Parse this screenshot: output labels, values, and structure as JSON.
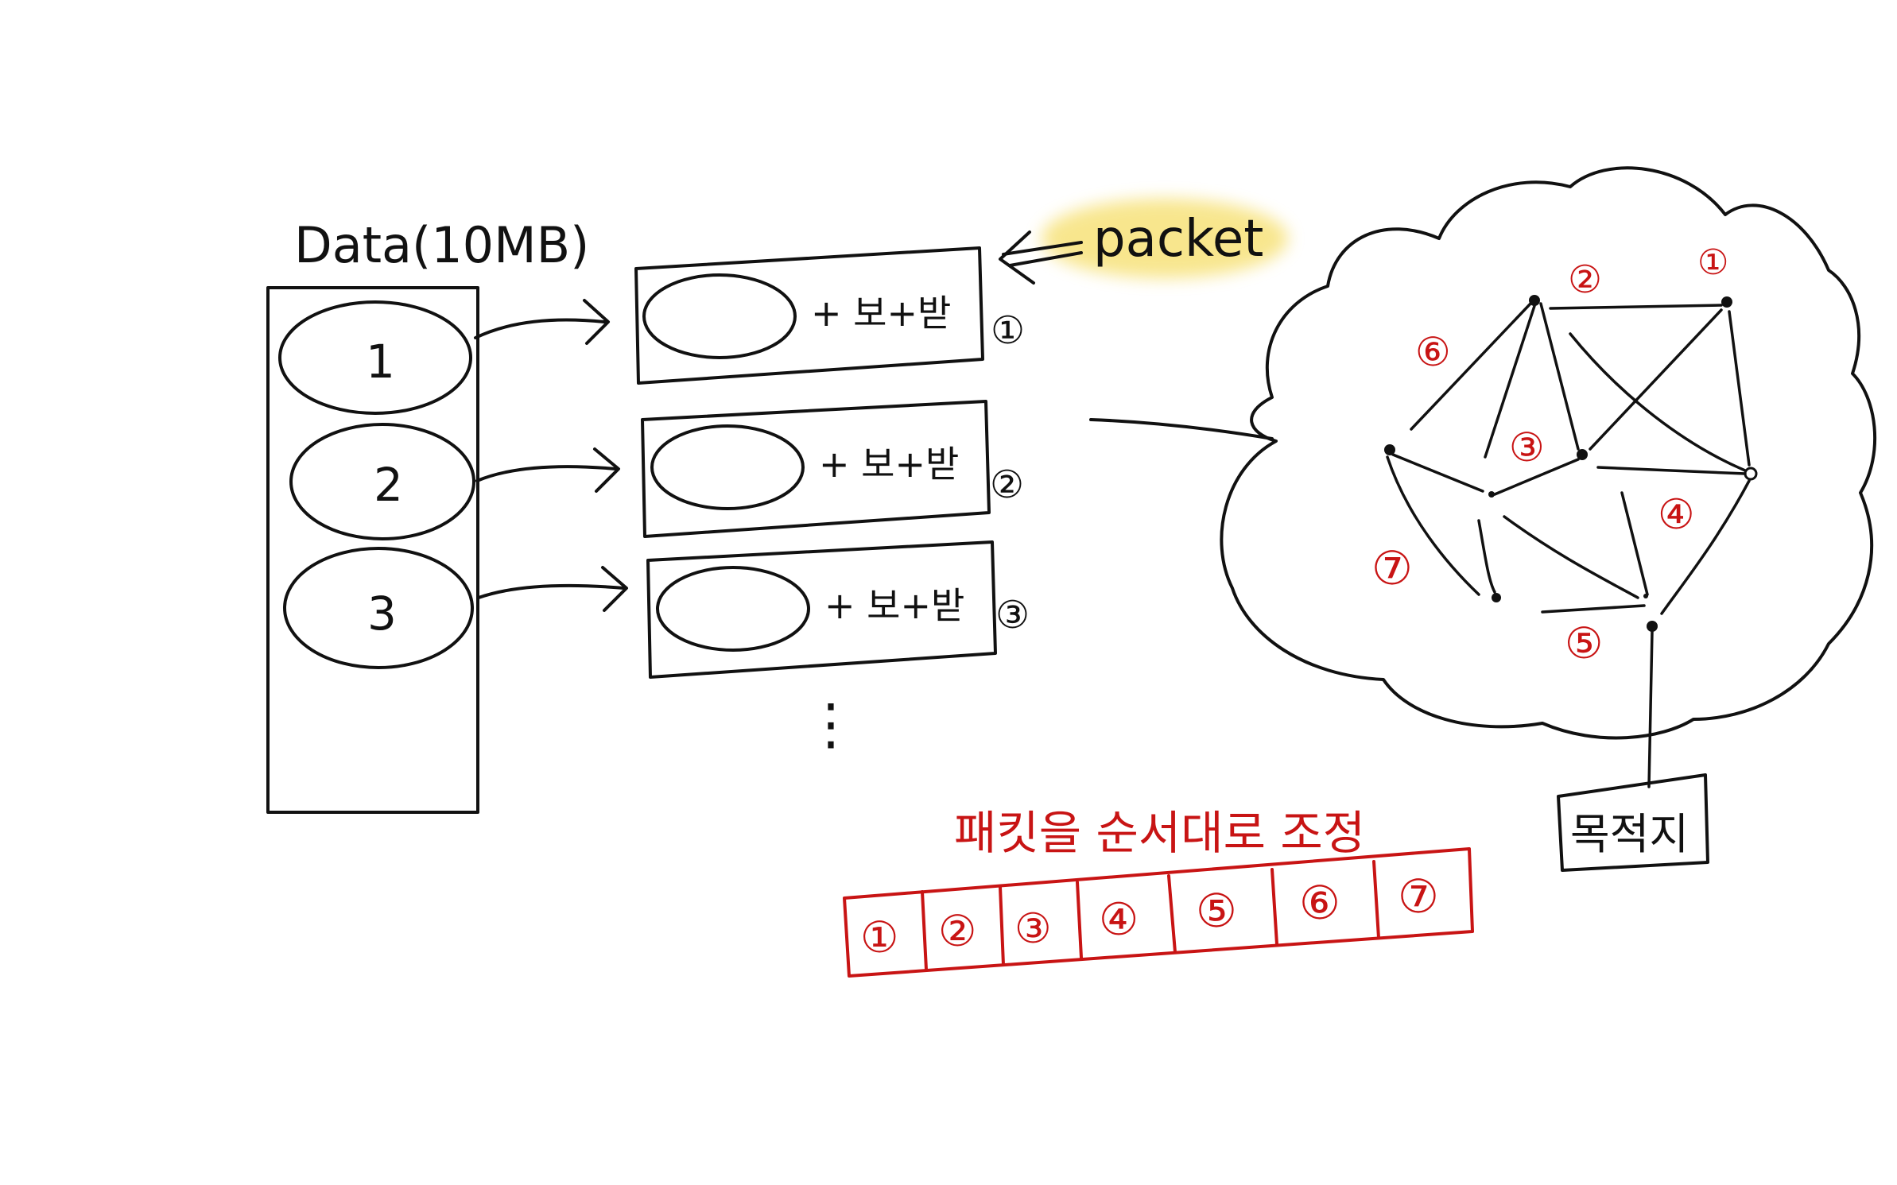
{
  "data_block": {
    "title": "Data(10MB)",
    "segments": [
      "1",
      "2",
      "3"
    ]
  },
  "packets": {
    "label": "packet",
    "suffix": "+ 보+받",
    "numbers": [
      "①",
      "②",
      "③"
    ],
    "continuation": "⋮"
  },
  "network": {
    "route_labels": [
      "①",
      "②",
      "③",
      "④",
      "⑤",
      "⑥",
      "⑦"
    ],
    "destination_label": "목적지"
  },
  "reassembly": {
    "caption": "패킷을 순서대로 조정",
    "cells": [
      "①",
      "②",
      "③",
      "④",
      "⑤",
      "⑥",
      "⑦"
    ]
  },
  "colors": {
    "ink": "#111111",
    "red": "#c81414",
    "highlight": "#f7e27a"
  }
}
